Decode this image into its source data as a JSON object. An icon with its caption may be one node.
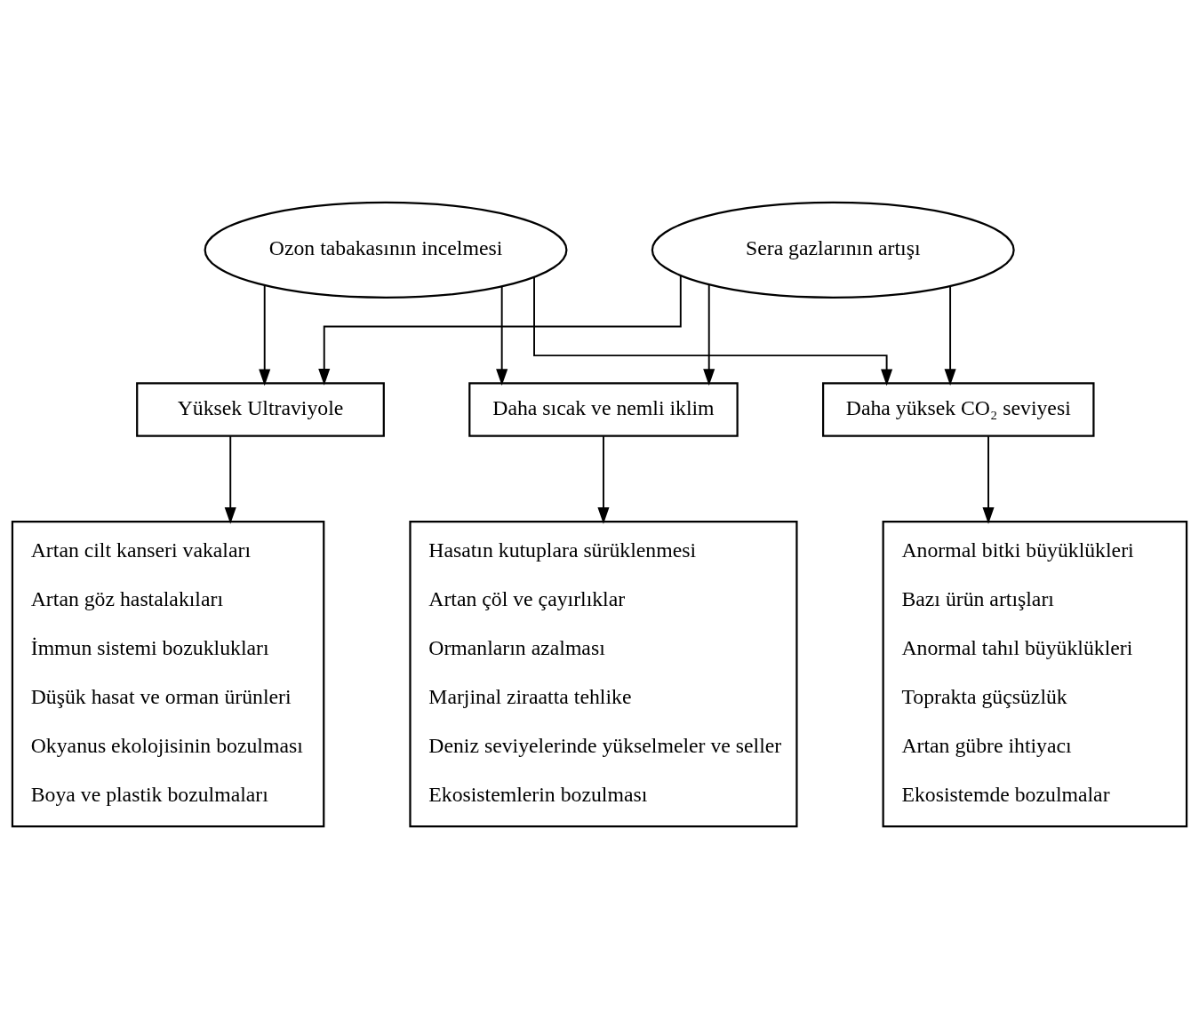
{
  "diagram": {
    "nodes": [
      {
        "text": [
          "Ozon tabakasının incelmesi"
        ]
      },
      {
        "text": [
          "Sera gazlarının artışı"
        ]
      },
      {
        "text": [
          "Yüksek Ultraviyole"
        ]
      },
      {
        "text": [
          "Daha sıcak ve nemli iklim"
        ]
      },
      {
        "text": [
          "Daha yüksek CO₂ seviyesi"
        ]
      },
      {
        "text": [
          "Artan cilt kanseri vakaları",
          "Artan göz hastalakıları",
          "İmmun sistemi bozuklukları",
          "Düşük hasat ve orman ürünleri",
          "Okyanus ekolojisinin bozulması",
          "Boya ve plastik bozulmaları"
        ]
      },
      {
        "text": [
          "Hasatın kutuplara sürüklenmesi",
          "Artan çöl ve çayırlıklar",
          "Ormanların azalması",
          "Marjinal ziraatta tehlike",
          "Deniz seviyelerinde yükselmeler ve seller",
          "Ekosistemlerin bozulması"
        ]
      },
      {
        "text": [
          "Anormal bitki büyüklükleri",
          "Bazı ürün artışları",
          "Anormal tahıl büyüklükleri",
          "Toprakta güçsüzlük",
          "Artan gübre ihtiyacı",
          "Ekosistemde bozulmalar"
        ]
      }
    ],
    "edges": [
      {
        "from": 0,
        "to": 2,
        "arrow": "to"
      },
      {
        "from": 0,
        "to": 3,
        "arrow": "to"
      },
      {
        "from": 0,
        "to": 4,
        "arrow": "to"
      },
      {
        "from": 1,
        "to": 2,
        "arrow": "to"
      },
      {
        "from": 1,
        "to": 3,
        "arrow": "to"
      },
      {
        "from": 1,
        "to": 4,
        "arrow": "to"
      },
      {
        "from": 2,
        "to": 5,
        "arrow": "to"
      },
      {
        "from": 3,
        "to": 6,
        "arrow": "to"
      },
      {
        "from": 4,
        "to": 7,
        "arrow": "to"
      }
    ]
  }
}
